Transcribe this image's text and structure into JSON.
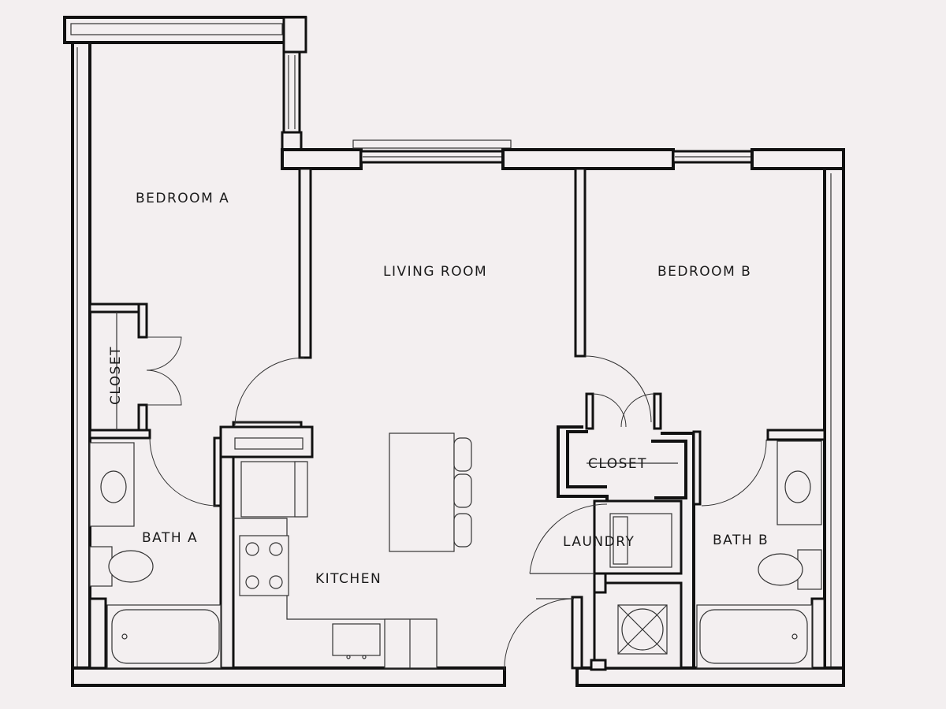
{
  "floor_plan": {
    "rooms": {
      "bedroom_a": "BEDROOM A",
      "living_room": "LIVING ROOM",
      "bedroom_b": "BEDROOM B",
      "closet_a": "CLOSET",
      "closet_b": "CLOSET",
      "bath_a": "BATH A",
      "bath_b": "BATH B",
      "kitchen": "KITCHEN",
      "laundry": "LAUNDRY"
    },
    "colors": {
      "background": "#f3eff0",
      "line": "#111111"
    }
  }
}
